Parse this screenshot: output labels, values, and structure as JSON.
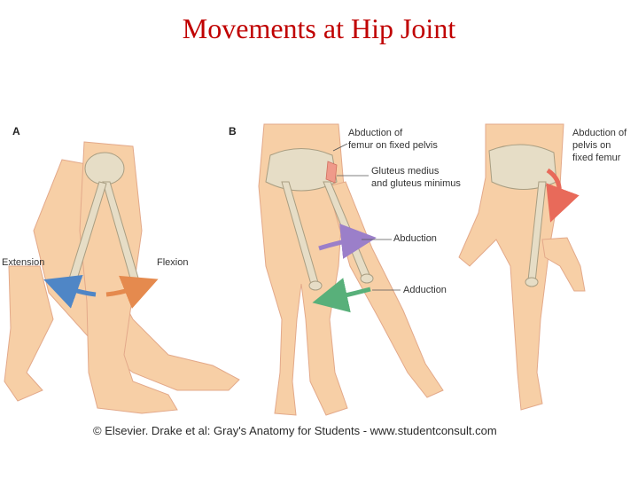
{
  "title": "Movements at Hip Joint",
  "panel_a": {
    "letter": "A",
    "extension_label": "Extension",
    "flexion_label": "Flexion"
  },
  "panel_b": {
    "letter": "B",
    "abduction_femur_line1": "Abduction of",
    "abduction_femur_line2": "femur on fixed pelvis",
    "gluteus_line1": "Gluteus medius",
    "gluteus_line2": "and gluteus minimus",
    "abduction_label": "Abduction",
    "adduction_label": "Adduction",
    "abduction_pelvis_line1": "Abduction of",
    "abduction_pelvis_line2": "pelvis on",
    "abduction_pelvis_line3": "fixed femur"
  },
  "credit": "© Elsevier. Drake et al: Gray's Anatomy for Students - www.studentconsult.com",
  "colors": {
    "title": "#c00000",
    "skin": "#f7cfa6",
    "bone": "#e6ddc6",
    "extension_arrow": "#4f86c6",
    "flexion_arrow": "#e58a4e",
    "abduction_arrow": "#9b7fc9",
    "adduction_arrow": "#58b07a",
    "pelvis_arrow": "#e86a5a"
  }
}
